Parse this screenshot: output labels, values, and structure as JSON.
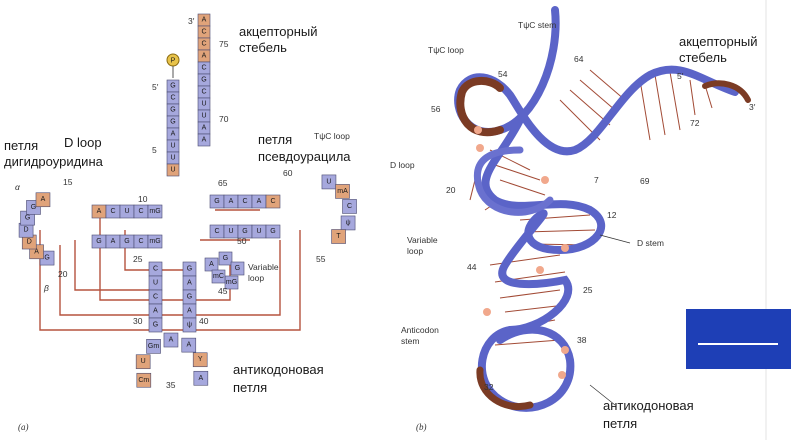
{
  "left_panel": {
    "panel_letter": "(a)",
    "labels": {
      "acceptor_stem": [
        "акцепторный",
        "стебель"
      ],
      "d_loop_ru": [
        "петля",
        "дигидроуридина"
      ],
      "d_loop_en": "D loop",
      "tpsic_ru": [
        "петля",
        "псевдоурацила"
      ],
      "tpsic_en": "TψC loop",
      "variable_loop": [
        "Variable",
        "loop"
      ],
      "anticodon_ru": [
        "антикодоновая",
        "петля"
      ],
      "end3": "3′",
      "end5": "5′",
      "phosphate": "P",
      "alpha": "α",
      "beta": "β"
    },
    "numbers": [
      "75",
      "70",
      "5",
      "65",
      "60",
      "15",
      "10",
      "50",
      "55",
      "20",
      "25",
      "45",
      "30",
      "40",
      "35"
    ],
    "acceptor_3p": [
      "A",
      "C",
      "C",
      "A"
    ],
    "acceptor_5p": [
      "G",
      "C",
      "G",
      "G",
      "A",
      "U",
      "U",
      "U"
    ],
    "acceptor_3p_pair": [
      "C",
      "G",
      "C",
      "U",
      "U",
      "A",
      "A"
    ],
    "d_stem_top": [
      "A",
      "C",
      "U",
      "C",
      "mG"
    ],
    "d_stem_bottom": [
      "G",
      "A",
      "G",
      "C",
      "mG"
    ],
    "d_loop": [
      "G",
      "A",
      "D",
      "D",
      "G",
      "G",
      "A"
    ],
    "t_stem_top": [
      "G",
      "A",
      "C",
      "A",
      "C"
    ],
    "t_stem_bottom": [
      "C",
      "U",
      "G",
      "U",
      "G"
    ],
    "t_loop": [
      "U",
      "mA",
      "C",
      "ψ",
      "T"
    ],
    "anticodon_stem_5p": [
      "C",
      "U",
      "C",
      "A",
      "G"
    ],
    "anticodon_stem_3p": [
      "G",
      "A",
      "G",
      "A",
      "ψ"
    ],
    "anticodon_loop": [
      "Cm",
      "U",
      "Gm",
      "A",
      "A",
      "Y",
      "A"
    ],
    "variable_loop_bases": [
      "A",
      "G",
      "G",
      "mG",
      "mC"
    ]
  },
  "right_panel": {
    "panel_letter": "(b)",
    "labels": {
      "acceptor_stem": [
        "акцепторный",
        "стебель"
      ],
      "tpsic_stem": "TψC stem",
      "tpsic_loop": "TψC loop",
      "d_loop": "D loop",
      "variable_loop": [
        "Variable",
        "loop"
      ],
      "anticodon_stem": [
        "Anticodon",
        "stem"
      ],
      "d_stem": "D stem",
      "anticodon_ru": [
        "антикодоновая",
        "петля"
      ],
      "end3": "3′",
      "end5": "5′"
    },
    "numbers": [
      "54",
      "64",
      "56",
      "72",
      "20",
      "7",
      "69",
      "12",
      "44",
      "25",
      "38",
      "32"
    ]
  },
  "colors": {
    "nucleotide_blue": "#a6a8dd",
    "nucleotide_tan": "#e0a37a",
    "connector": "#b5533e",
    "ribbon": "#5b64c8",
    "ribbon_dark": "#7b3b24",
    "nav_button": "#1e3fb6"
  }
}
